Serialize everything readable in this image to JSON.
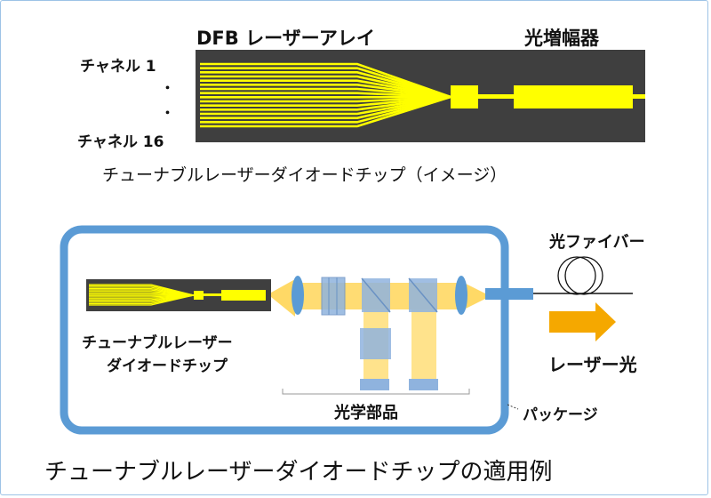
{
  "top": {
    "laser_array_label": "DFB レーザーアレイ",
    "amplifier_label": "光増幅器",
    "channel_first": "チャネル 1",
    "channel_last": "チャネル 16",
    "ellipsis": "・",
    "caption": "チューナブルレーザーダイオードチップ（イメージ）"
  },
  "bottom": {
    "fiber_label": "光ファイバー",
    "chip_label_line1": "チューナブルレーザー",
    "chip_label_line2": "ダイオードチップ",
    "laser_light_label": "レーザー光",
    "optical_parts_label": "光学部品",
    "package_label": "パッケージ",
    "caption": "チューナブルレーザーダイオードチップの適用例"
  },
  "colors": {
    "chip_bg": "#3f3f3f",
    "waveguide": "#ffff00",
    "package_border": "#5b9bd5",
    "beam": "#ffc000",
    "optic": "#8fb3de",
    "arrow": "#f5a800"
  }
}
